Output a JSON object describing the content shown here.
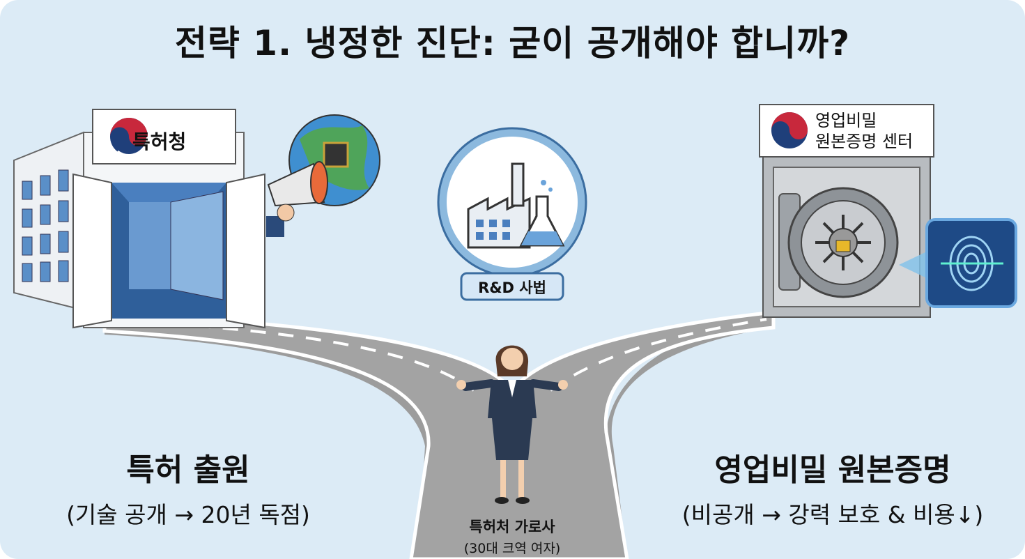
{
  "title": "전략 1. 냉정한 진단: 굳이 공개해야 합니까?",
  "left": {
    "sign": "특허청",
    "heading": "특허 출원",
    "detail": "(기술 공개 → 20년 독점)"
  },
  "center": {
    "badge": "R&D 사법",
    "person_name": "특허처 가로사",
    "person_note": "(30대 크역 여자)"
  },
  "right": {
    "sign_line1": "영업비밀",
    "sign_line2": "원본증명 센터",
    "heading": "영업비밀 원본증명",
    "detail": "(비공개 → 강력 보호 & 비용↓)"
  },
  "colors": {
    "background": "#dcebf6",
    "road": "#9a9a9a",
    "accent_blue": "#2f5f9a"
  }
}
